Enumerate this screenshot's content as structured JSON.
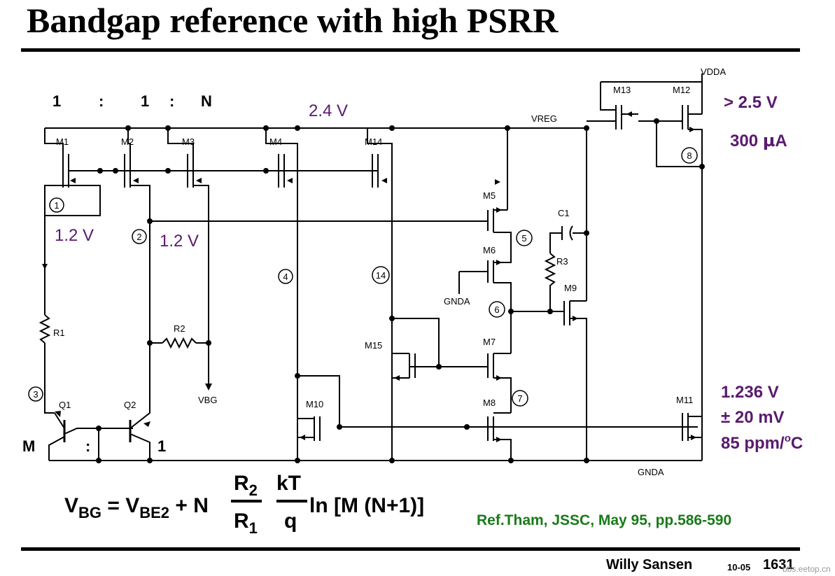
{
  "title": "Bandgap reference with high PSRR",
  "ratio_labels": {
    "r1": "1",
    "colon1": ":",
    "r2": "1",
    "colon2": ":",
    "rN": "N"
  },
  "node_labels": {
    "vdda": "VDDA",
    "vreg": "VREG",
    "gnda": "GNDA",
    "gnda_bias": "GNDA",
    "vbg": "VBG"
  },
  "transistors": {
    "m1": "M1",
    "m2": "M2",
    "m3": "M3",
    "m4": "M4",
    "m14": "M14",
    "m5": "M5",
    "m6": "M6",
    "m7": "M7",
    "m8": "M8",
    "m9": "M9",
    "m10": "M10",
    "m11": "M11",
    "m12": "M12",
    "m13": "M13",
    "m15": "M15",
    "q1": "Q1",
    "q2": "Q2"
  },
  "passives": {
    "r1": "R1",
    "r2": "R2",
    "r3": "R3",
    "c1": "C1"
  },
  "node_numbers": [
    "1",
    "2",
    "3",
    "4",
    "14",
    "5",
    "6",
    "7",
    "8"
  ],
  "annotations": {
    "v_2_4": "2.4 V",
    "v_1_2_a": "1.2 V",
    "v_1_2_b": "1.2 V",
    "vdd_min": "> 2.5 V",
    "current_num": "300 ",
    "current_unit": "µ",
    "current_suffix": "A",
    "vout": "1.236 V",
    "tol": "± 20 mV",
    "tc_num": "85 ppm/",
    "tc_sup": "o",
    "tc_unit": "C",
    "q_ratio_m": "M",
    "q_ratio_colon": ":",
    "q_ratio_1": "1"
  },
  "formula": {
    "lhs": "V",
    "lhs_sub": "BG",
    "eq": " = V",
    "vbe_sub": "BE2",
    "plus_n": " + N",
    "r2": "R",
    "r2_sub": "2",
    "r1": "R",
    "r1_sub": "1",
    "kt": "kT",
    "q": "q",
    "ln": "ln [M (N+1)]"
  },
  "reference": "Ref.Tham, JSSC, May 95, pp.586-590",
  "footer": {
    "author": "Willy Sansen",
    "date": "10-05",
    "page": "1631"
  },
  "watermark": "bbs.eetop.cn",
  "colors": {
    "purple": "#5a1a6e",
    "green": "#1a7a1a",
    "black": "#000000"
  }
}
